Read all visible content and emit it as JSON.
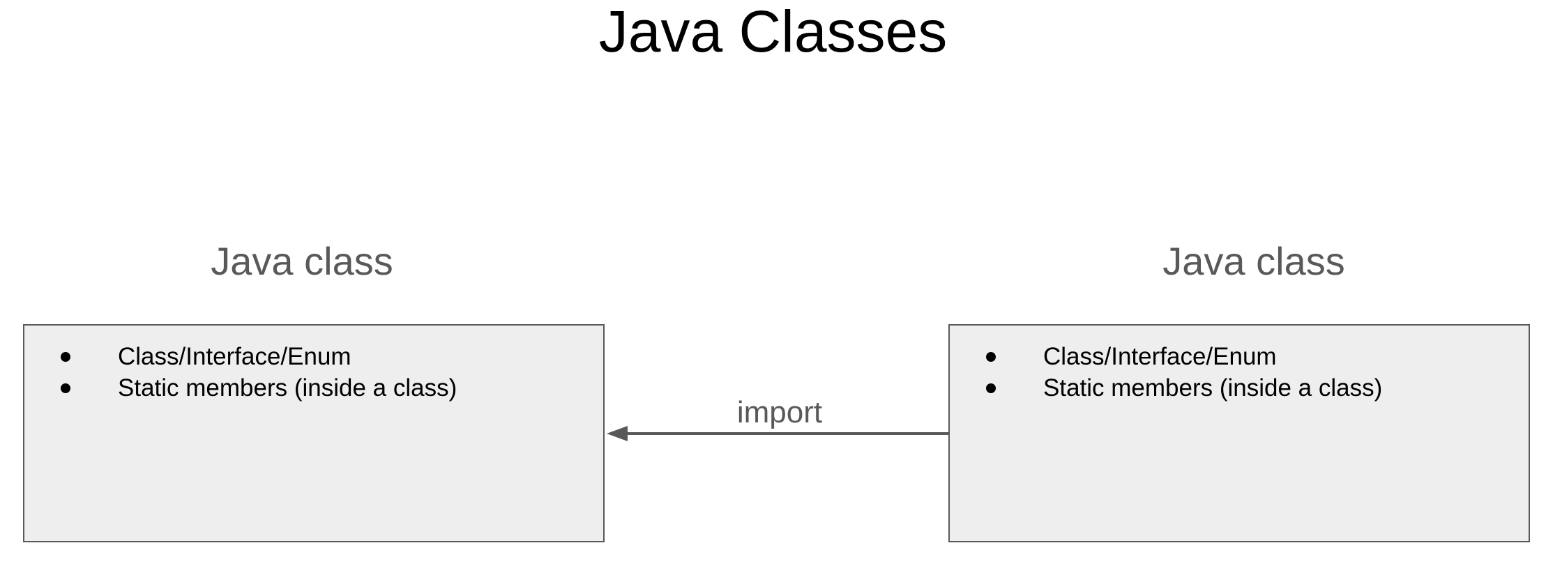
{
  "title": "Java Classes",
  "nodes": [
    {
      "label": "Java class",
      "items": [
        "Class/Interface/Enum",
        "Static members (inside a class)"
      ]
    },
    {
      "label": "Java class",
      "items": [
        "Class/Interface/Enum",
        "Static members (inside a class)"
      ]
    }
  ],
  "edge": {
    "label": "import",
    "from": "right",
    "to": "left"
  },
  "colors": {
    "box_fill": "#eeeeee",
    "box_stroke": "#595959",
    "arrow": "#595959",
    "label_text": "#595959",
    "title_text": "#000000"
  }
}
